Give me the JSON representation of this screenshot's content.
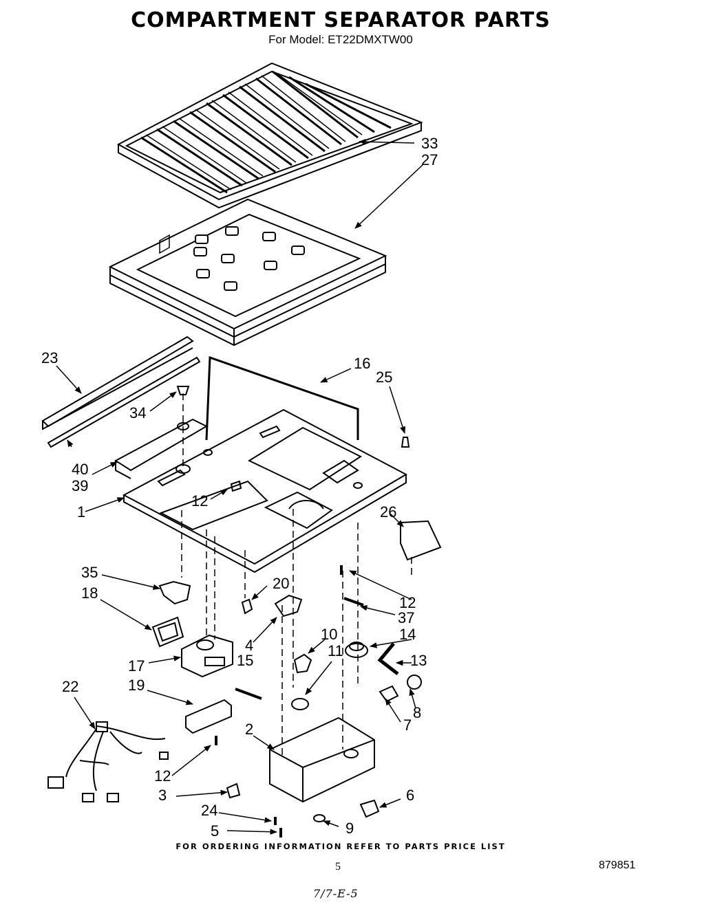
{
  "header": {
    "title": "COMPARTMENT SEPARATOR PARTS",
    "subtitle": "For Model: ET22DMXTW00"
  },
  "callouts": {
    "c33": "33",
    "c27": "27",
    "c23": "23",
    "c16": "16",
    "c25": "25",
    "c34": "34",
    "c40": "40",
    "c39": "39",
    "c12a": "12",
    "c1": "1",
    "c26": "26",
    "c35": "35",
    "c20": "20",
    "c18": "18",
    "c12b": "12",
    "c37": "37",
    "c10": "10",
    "c14": "14",
    "c4": "4",
    "c11": "11",
    "c13": "13",
    "c17": "17",
    "c15": "15",
    "c22": "22",
    "c19": "19",
    "c8": "8",
    "c7": "7",
    "c2": "2",
    "c12c": "12",
    "c3": "3",
    "c6": "6",
    "c24": "24",
    "c9": "9",
    "c5": "5"
  },
  "footer": {
    "ordering_note": "FOR ORDERING INFORMATION REFER TO PARTS PRICE LIST",
    "page_number": "5",
    "document_number": "879851",
    "handwritten_note": "7/7-E-5"
  }
}
